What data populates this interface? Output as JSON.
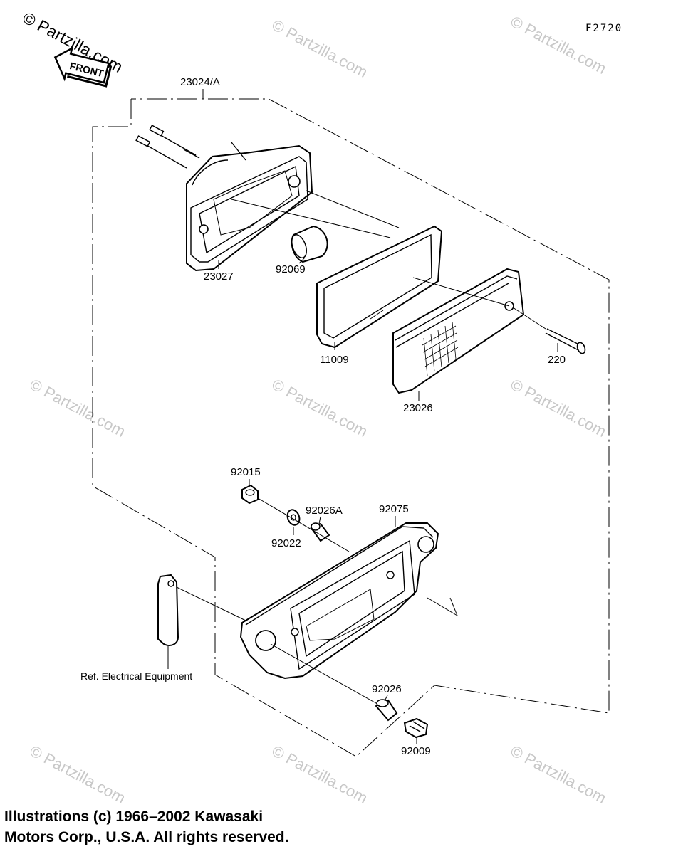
{
  "figure_code": "F2720",
  "front_label": "FRONT",
  "watermark": {
    "top_left_text": "© Partzilla.com",
    "repeat_text": "© Partzilla.com"
  },
  "parts": {
    "p23024A": "23024/A",
    "p23027": "23027",
    "p92069": "92069",
    "p11009": "11009",
    "p220": "220",
    "p23026": "23026",
    "p92015": "92015",
    "p92026A": "92026A",
    "p92075": "92075",
    "p92022": "92022",
    "p92026": "92026",
    "p92009": "92009"
  },
  "ref_label": "Ref. Electrical Equipment",
  "copyright": {
    "line1": "Illustrations (c) 1966–2002 Kawasaki",
    "line2": "Motors Corp., U.S.A.  All rights reserved."
  }
}
